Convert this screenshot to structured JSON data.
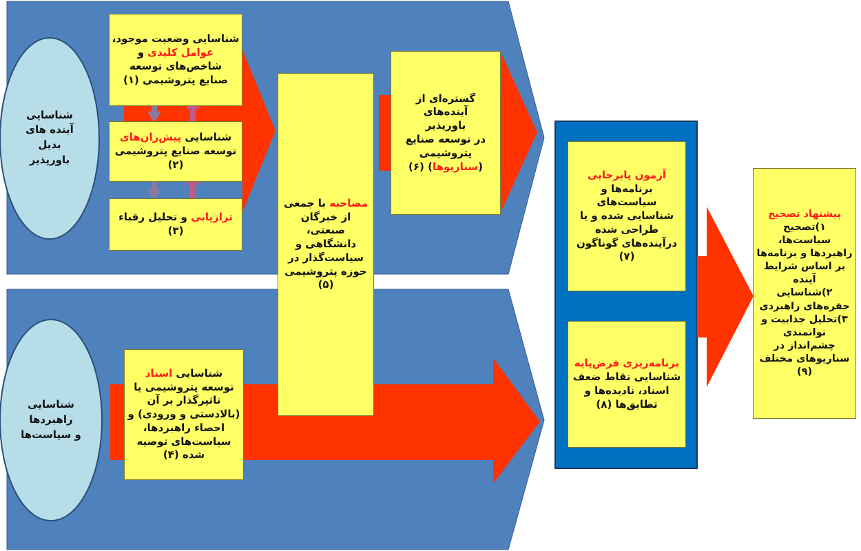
{
  "colors": {
    "band_blue": "#4f81bd",
    "panel_blue": "#0070c0",
    "arrow_red": "#ff3300",
    "box_yellow": "#ffff66",
    "ellipse_fill": "#b7dde8",
    "highlight_red": "#ff1a1a"
  },
  "ellipses": {
    "top": [
      "شناسایی",
      "آینده های",
      "بدیل",
      "باورپذیر"
    ],
    "bottom": [
      "شناسایی",
      "راهبردها",
      "و سیاست‌ها"
    ]
  },
  "boxes": {
    "box1": {
      "line1": "شناسایی وضعیت موجود،",
      "line2_red": "عوامل کلیدی",
      "line2_rest": " و",
      "line3": "شاخص‌های توسعه",
      "line4": "صنایع پتروشیمی (۱)"
    },
    "box2": {
      "line1_pre": "شناسایی ",
      "line1_red": "پیش‌ران‌های",
      "line2": "توسعه صنایع پتروشیمی",
      "line3": "(۲)"
    },
    "box3": {
      "line1_red": "ترازیابی",
      "line1_rest": " و تحلیل رقباء",
      "line2": "(۳)"
    },
    "box4": {
      "line1_pre": "شناسایی ",
      "line1_red": "اسناد",
      "line2": "توسعه پتروشیمی یا",
      "line3": "تاثیرگذار بر آن",
      "line4": "(بالادستی و ورودی) و",
      "line5": "احصاء راهبردها،",
      "line6": "سیاست‌های توصیه",
      "line7": "شده (۴)"
    },
    "box5": {
      "line1_red": "مصاحبه",
      "line1_rest": " با جمعی",
      "line2": "از خبرگان",
      "line3": "صنعتی،",
      "line4": "دانشگاهی و",
      "line5": "سیاست‌گذار در",
      "line6": "حوزه پتروشیمی",
      "line7": "(۵)"
    },
    "box6": {
      "line1": "گستره‌ای از",
      "line2": "آینده‌های",
      "line3": "باورپذیر",
      "line4": "در توسعه صنایع",
      "line5": "پتروشیمی",
      "line6_pre": "(",
      "line6_red": "سناریوها",
      "line6_post": ") (۶)"
    },
    "box7": {
      "line1_red": "آزمون پابرجایی",
      "line2": "برنامه‌ها و",
      "line3": "سیاست‌های",
      "line4": "شناسایی شده و یا",
      "line5": "طراحی شده",
      "line6": "درآینده‌های گوناگون",
      "line7": "(۷)"
    },
    "box8": {
      "line1_red": "برنامه‌ریزی فرض‌پایه",
      "line2": "شناسایی نقاط ضعف",
      "line3": "اسناد، نادیده‌ها و",
      "line4": "تطابق‌ها (۸)"
    },
    "box9": {
      "line1_red": "پیشنهاد تصحیح",
      "line2": "۱)تصحیح",
      "line3": "سیاست‌ها،",
      "line4": "راهبردها و برنامه‌ها",
      "line5": "بر اساس شرایط",
      "line6": "آینده",
      "line7": "۲)شناسایی",
      "line8": "حفره‌های راهبردی",
      "line9": "۳)تحلیل جذابیت و",
      "line10": "توانمندی",
      "line11": "چشم‌انداز  در",
      "line12": "سناریوهای مختلف",
      "line13": "(۹)"
    }
  }
}
